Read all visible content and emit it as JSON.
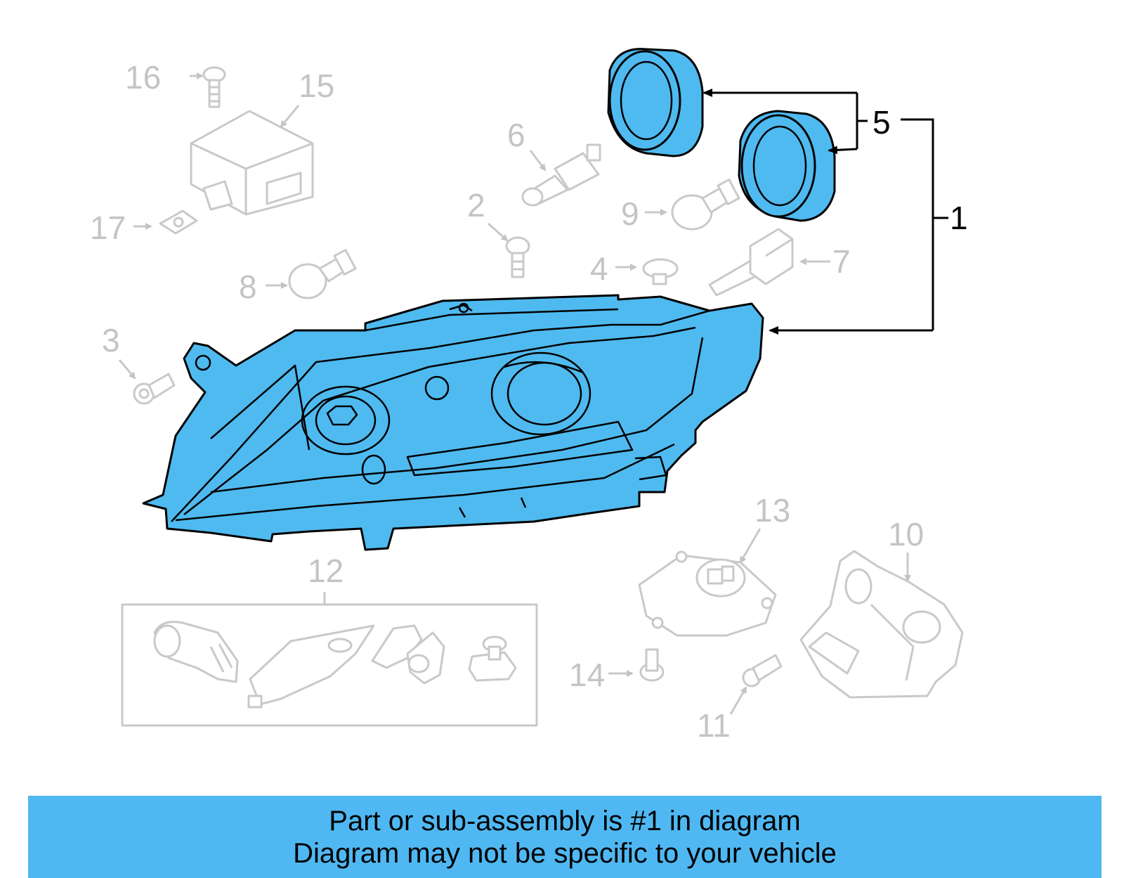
{
  "callouts": {
    "c1": "1",
    "c2": "2",
    "c3": "3",
    "c4": "4",
    "c5": "5",
    "c6": "6",
    "c7": "7",
    "c8": "8",
    "c9": "9",
    "c10": "10",
    "c11": "11",
    "c12": "12",
    "c13": "13",
    "c14": "14",
    "c15": "15",
    "c16": "16",
    "c17": "17"
  },
  "footer": {
    "line1": "Part or sub-assembly is #1 in diagram",
    "line2": "Diagram may not be specific to your vehicle"
  },
  "colors": {
    "highlight": "#4fbaf0",
    "banner": "#4fb8f2",
    "dimmed": "#c9c9c9",
    "outline": "#000000"
  }
}
